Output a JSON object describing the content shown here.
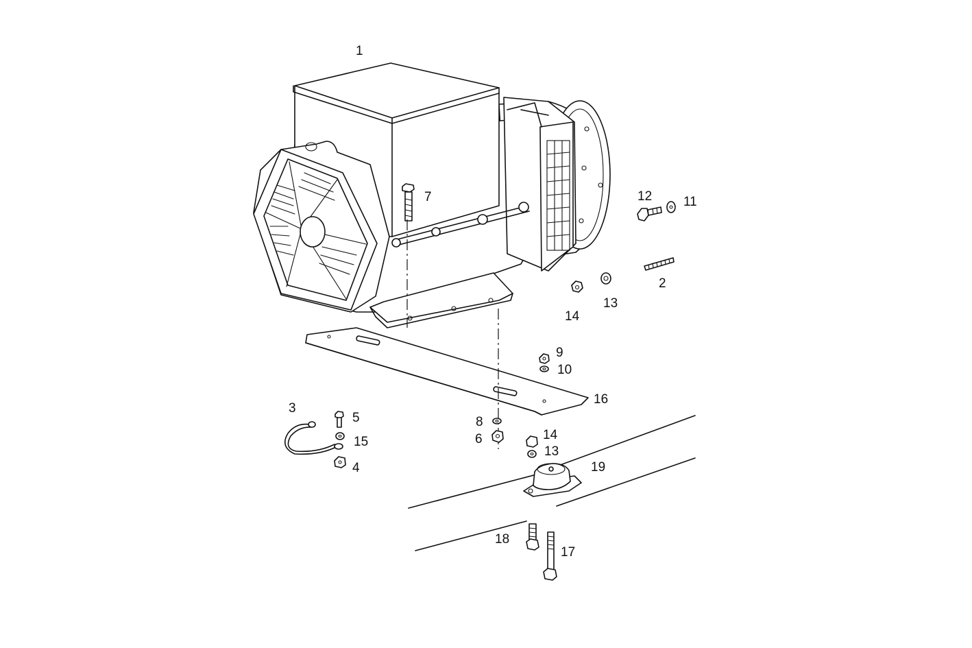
{
  "callouts": {
    "c1": "1",
    "c2": "2",
    "c3": "3",
    "c4": "4",
    "c5": "5",
    "c6": "6",
    "c7": "7",
    "c8": "8",
    "c9": "9",
    "c10": "10",
    "c11": "11",
    "c12": "12",
    "c13a": "13",
    "c13b": "13",
    "c14a": "14",
    "c14b": "14",
    "c15": "15",
    "c16": "16",
    "c17": "17",
    "c18": "18",
    "c19": "19"
  },
  "colors": {
    "ink": "#111111",
    "paper": "#ffffff"
  }
}
